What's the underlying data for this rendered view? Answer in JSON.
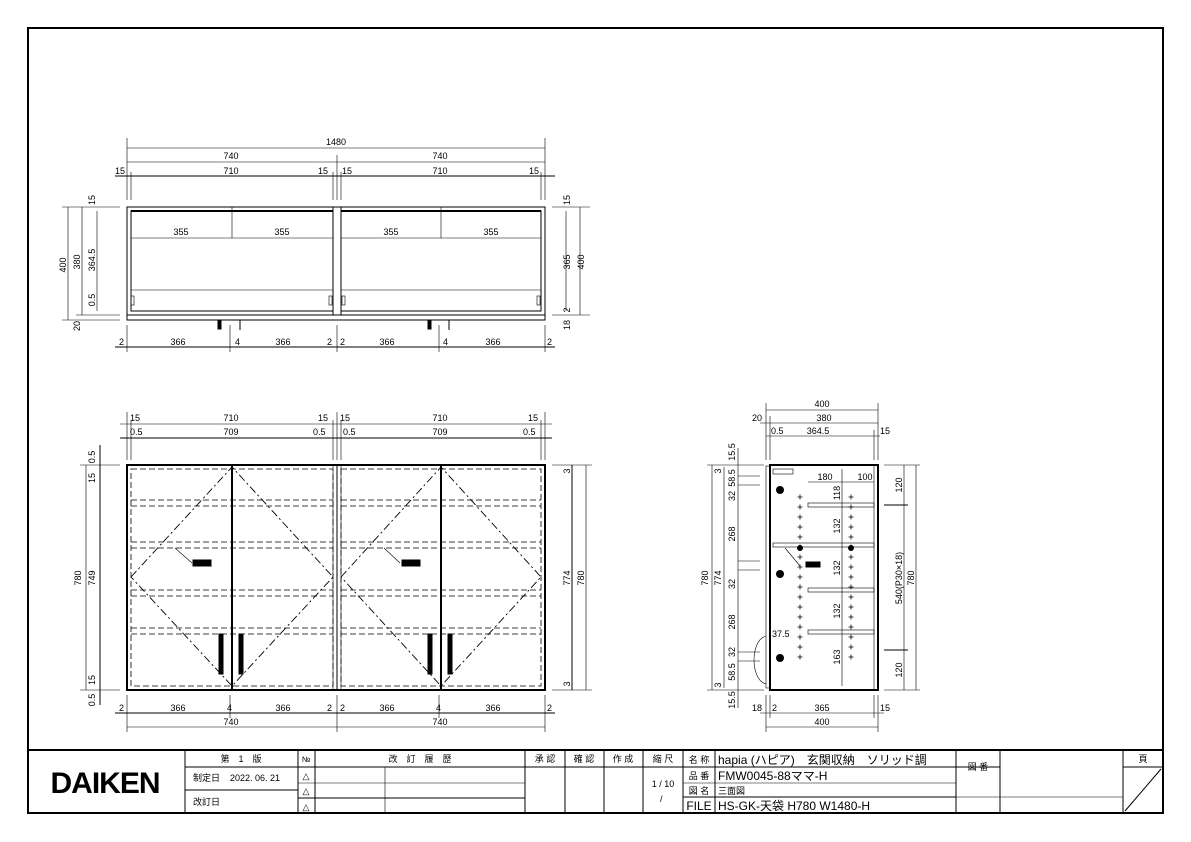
{
  "top_view": {
    "total_width": "1480",
    "half_width": "740",
    "inner_width": "710",
    "side_thk": "15",
    "half_inner": "355",
    "depth": "400",
    "depth_body": "380",
    "depth_inner": "364.5",
    "gap": "0.5",
    "door_thk": "20",
    "depth_right": "365",
    "bottom_small": "2",
    "door_width": "366",
    "center_gap": "4",
    "right_bottom": "18"
  },
  "front_view": {
    "side_thk": "15",
    "inner_width": "710",
    "gap": "0.5",
    "inner_door": "709",
    "height": "780",
    "inner_height": "749",
    "right_inner": "774",
    "right_gap": "3",
    "bottom_small": "2",
    "door_width": "366",
    "center_gap": "4",
    "half_width": "740"
  },
  "side_view": {
    "depth": "400",
    "door_thk": "20",
    "body_depth": "380",
    "gap": "0.5",
    "inner": "364.5",
    "back": "15",
    "top_15_5": "15.5",
    "d3": "3",
    "d58_5": "58.5",
    "d32": "32",
    "d268": "268",
    "d774": "774",
    "d780": "780",
    "d180": "180",
    "d100": "100",
    "d118": "118",
    "d132": "132",
    "d163": "163",
    "d37_5": "37.5",
    "d120": "120",
    "pitch": "540(P30×18)",
    "d18": "18",
    "d2": "2",
    "d365": "365"
  },
  "title_block": {
    "logo": "DAIKEN",
    "edition_header": "第　1　版",
    "established_label": "制定日",
    "established_date": "2022. 06. 21",
    "revised_label": "改訂日",
    "no_header": "№",
    "revision_mark": "△",
    "revision_history": "改　訂　履　歴",
    "approved": "承 認",
    "checked": "確 認",
    "created": "作 成",
    "scale_label": "縮 尺",
    "scale_value": "1 / 10",
    "scale_slash": "/",
    "name_label": "名 称",
    "name_value": "hapia (ハピア)　玄関収納　ソリッド調",
    "part_label": "品 番",
    "part_value": "FMW0045-88ママ-H",
    "drawing_name_label": "図 名",
    "drawing_name_value": "三面図",
    "file_label": "FILE",
    "file_value": "HS-GK-天袋 H780 W1480-H",
    "drawing_no_label": "図 番",
    "page_label": "頁"
  }
}
